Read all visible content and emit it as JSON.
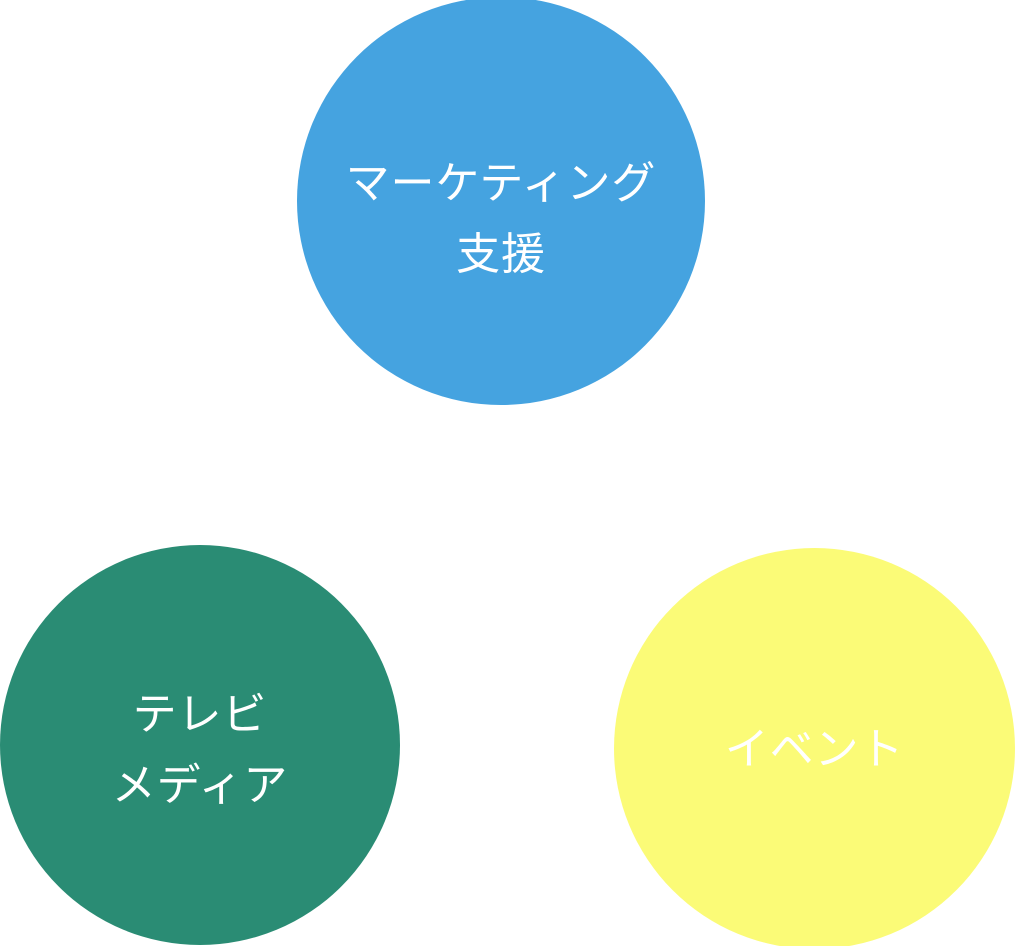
{
  "diagram": {
    "background_color": "#ffffff",
    "bubbles": [
      {
        "id": "marketing",
        "label": "マーケティング\n支援",
        "color": "#45a3e0",
        "text_color": "#ffffff"
      },
      {
        "id": "tv",
        "label": "テレビ\nメディア",
        "color": "#2a8c74",
        "text_color": "#ffffff"
      },
      {
        "id": "event",
        "label": "イベント",
        "color": "#fbfb77",
        "text_color": "#ffffff"
      }
    ]
  }
}
